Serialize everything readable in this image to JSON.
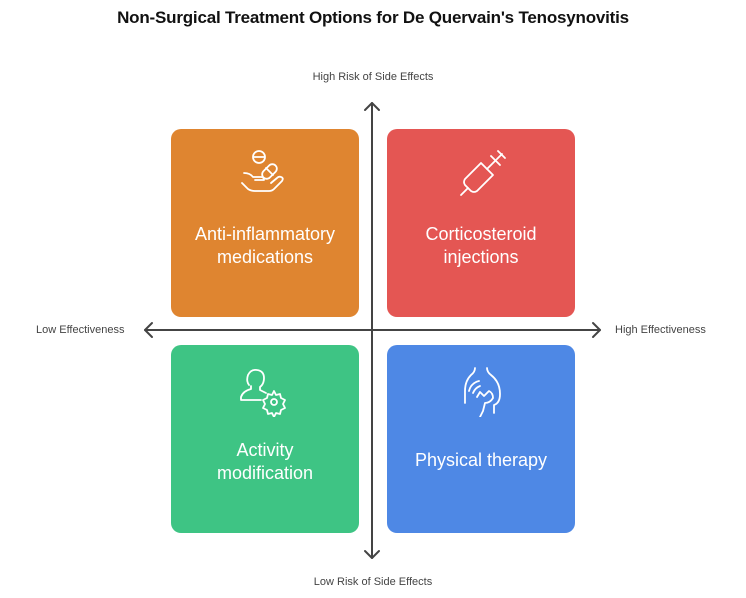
{
  "title": "Non-Surgical Treatment Options for De Quervain's Tenosynovitis",
  "axes": {
    "y_top": "High Risk of Side Effects",
    "y_bottom": "Low Risk of Side Effects",
    "x_left": "Low Effectiveness",
    "x_right": "High Effectiveness",
    "color": "#444444"
  },
  "quadrants": [
    {
      "position": "top-left",
      "label": "Anti-inflammatory medications",
      "lines": [
        "Anti-inflammatory",
        "medications"
      ],
      "icon": "hand-pills-icon",
      "color": "#DF8530"
    },
    {
      "position": "top-right",
      "label": "Corticosteroid injections",
      "lines": [
        "Corticosteroid",
        "injections"
      ],
      "icon": "syringe-icon",
      "color": "#E45653"
    },
    {
      "position": "bottom-left",
      "label": "Activity modification",
      "lines": [
        "Activity",
        "modification"
      ],
      "icon": "user-gear-icon",
      "color": "#3EC484"
    },
    {
      "position": "bottom-right",
      "label": "Physical therapy",
      "lines": [
        "Physical therapy"
      ],
      "icon": "massage-shoulder-icon",
      "color": "#4E88E5"
    }
  ]
}
